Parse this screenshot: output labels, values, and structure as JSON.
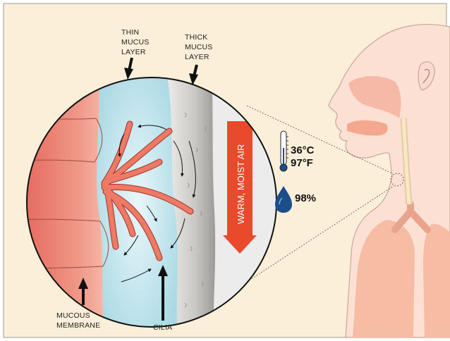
{
  "labels": {
    "thin_mucus": [
      "THIN",
      "MUCUS",
      "LAYER"
    ],
    "thick_mucus": [
      "THICK",
      "MUCUS",
      "LAYER"
    ],
    "mucous_membrane": [
      "MUCOUS",
      "MEMBRANE"
    ],
    "cilia": "CILIA",
    "airflow": "WARM, MOIST AIR",
    "temperature_c": "36°C",
    "temperature_f": "97°F",
    "humidity": "98%"
  },
  "icons": [
    "thermometer-icon",
    "water-drop-icon"
  ],
  "colors": {
    "background": "#fcefd9",
    "body_skin": "#fbe0d3",
    "body_outline": "#c9a797",
    "lungs": "#f6bda4",
    "membrane": "#ec8a7c",
    "thin_mucus": "#bfe4ec",
    "thick_mucus": "#d5d3cf",
    "airway": "#ececec",
    "cilia": "#e8735d",
    "air_arrow": "#e94a2c",
    "drop": "#1c4e8c"
  }
}
